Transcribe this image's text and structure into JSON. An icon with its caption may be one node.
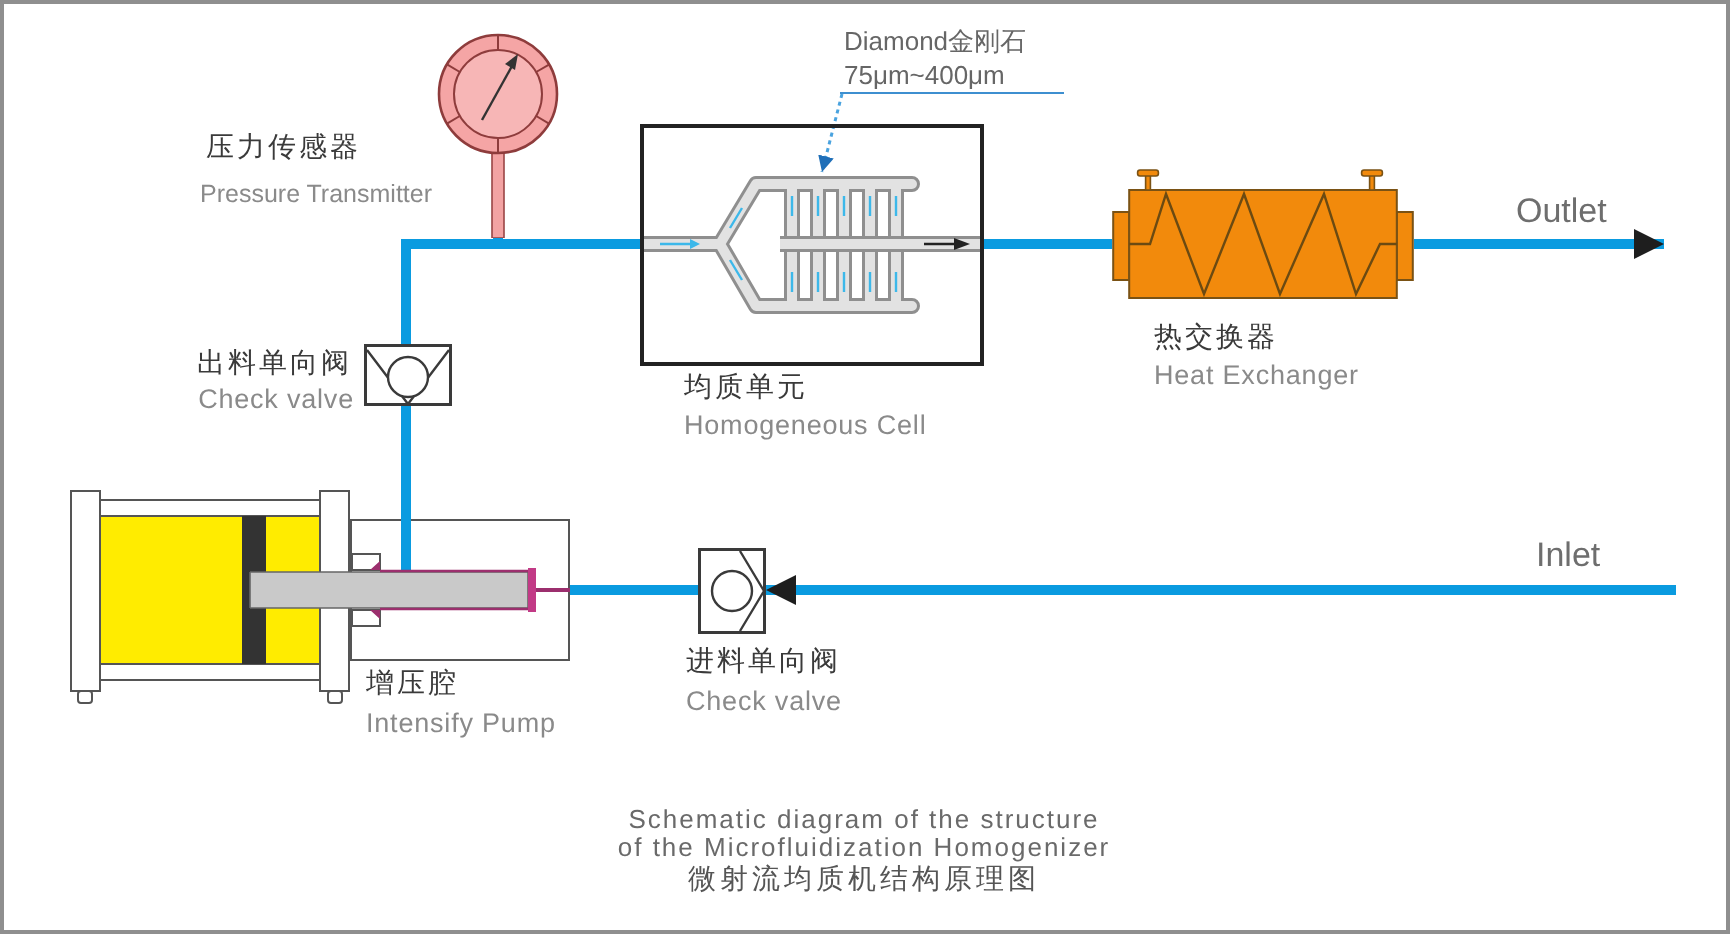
{
  "diagram": {
    "caption": "Schematic diagram of the structure of the Microfluidization Homogenizer",
    "nodes": [
      {
        "text": [
          "压力传感器",
          "Pressure Transmitter"
        ]
      },
      {
        "text": [
          "Diamond金刚石 75μm~400μm"
        ]
      },
      {
        "text": [
          "均质单元",
          "Homogeneous Cell"
        ]
      },
      {
        "text": [],
        "shape": "picture",
        "in": 2
      },
      {
        "text": [
          "热交换器",
          "Heat Exchanger"
        ]
      },
      {
        "text": [
          "出料单向阀",
          "Check valve"
        ]
      },
      {
        "text": [
          "增压腔",
          "Intensify Pump"
        ]
      },
      {
        "text": [
          "进料单向阀",
          "Check valve"
        ]
      }
    ],
    "edges": [
      {
        "from": null,
        "to": 7,
        "arrow": "to",
        "label": "Inlet"
      },
      {
        "from": 7,
        "to": 6,
        "arrow": "none"
      },
      {
        "from": 6,
        "to": 5,
        "arrow": "none"
      },
      {
        "from": 5,
        "to": 2,
        "arrow": "none"
      },
      {
        "from": 5,
        "to": 0,
        "arrow": "none"
      },
      {
        "from": 2,
        "to": 4,
        "arrow": "none"
      },
      {
        "from": 4,
        "to": null,
        "arrow": "to",
        "label": "Outlet"
      },
      {
        "from": 1,
        "to": 3,
        "arrow": "to",
        "style": "dashed"
      }
    ],
    "labels": [
      "微射流均质机结构原理图"
    ]
  }
}
